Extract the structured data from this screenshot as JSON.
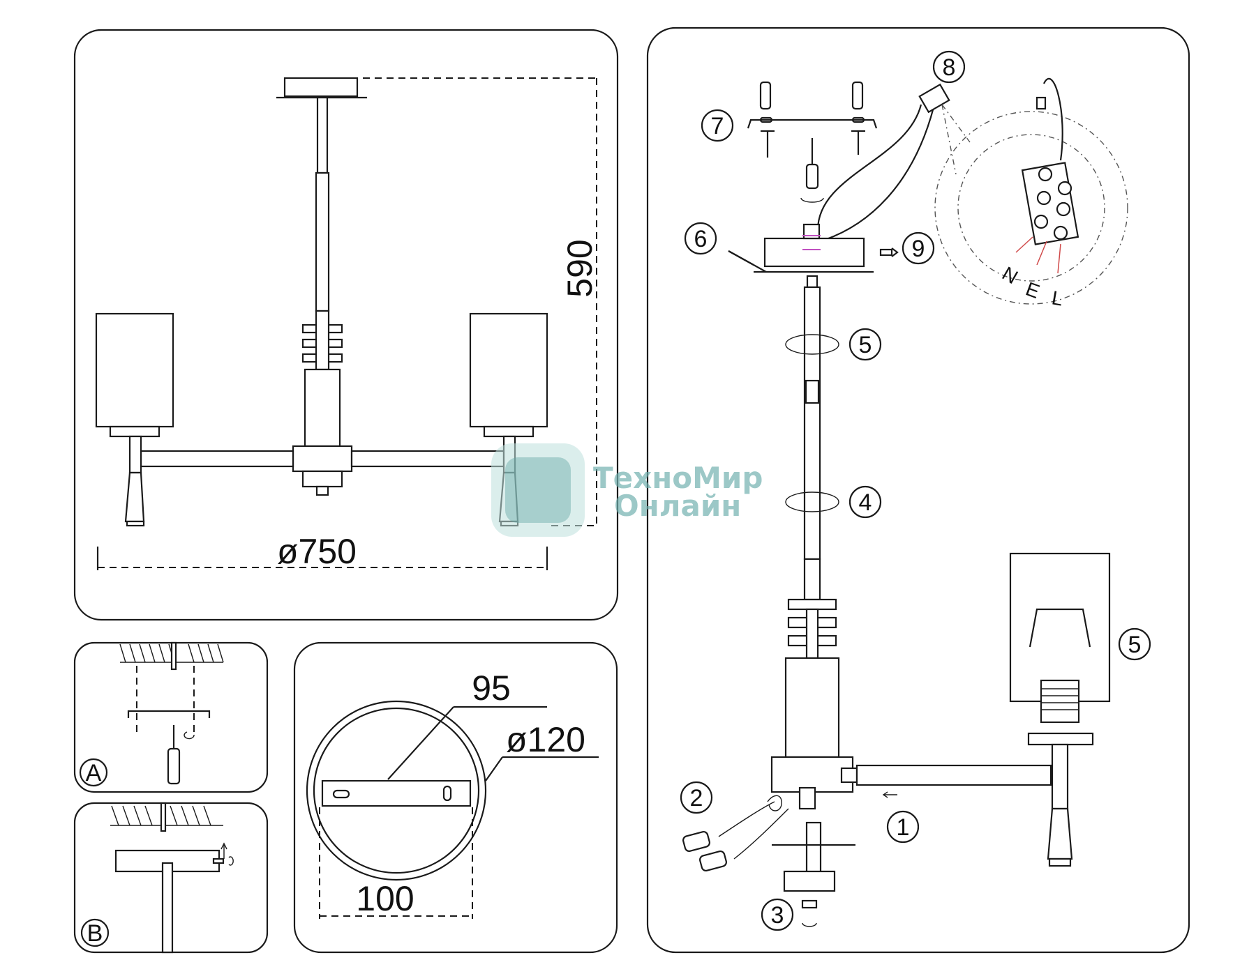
{
  "dimensions": {
    "diameter_total": "ø750",
    "height_total": "590",
    "canopy_plate": "95",
    "canopy_diameter": "ø120",
    "canopy_width": "100"
  },
  "steps": {
    "A": "A",
    "B": "B",
    "s1": "1",
    "s2": "2",
    "s3": "3",
    "s4": "4",
    "s5a": "5",
    "s5b": "5",
    "s6": "6",
    "s7": "7",
    "s8": "8",
    "s9": "9"
  },
  "wires": {
    "n": "N",
    "e": "E",
    "l": "L"
  },
  "watermark": {
    "line1": "ТехноМир",
    "line2": "Онлайн"
  },
  "colors": {
    "line": "#1a1a1a",
    "watermark": "#6fb0ad",
    "wire_red": "#d04a4a"
  }
}
